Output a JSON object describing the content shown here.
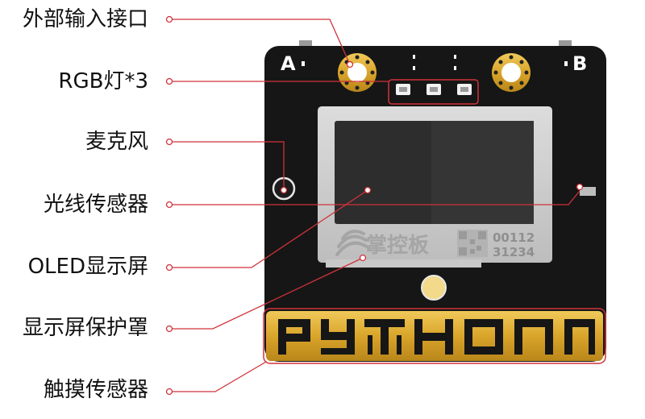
{
  "labels": [
    {
      "id": "ext-interface",
      "text": "外部输入接口"
    },
    {
      "id": "rgb",
      "text": "RGB灯*3"
    },
    {
      "id": "mic",
      "text": "麦克风"
    },
    {
      "id": "light-sensor",
      "text": "光线传感器"
    },
    {
      "id": "oled",
      "text": "OLED显示屏"
    },
    {
      "id": "screen-cover",
      "text": "显示屏保护罩"
    },
    {
      "id": "touch",
      "text": "触摸传感器"
    }
  ],
  "board": {
    "pad_a": "A",
    "pad_b": "B",
    "brand": "掌控板",
    "serial_top": "00112",
    "serial_bottom": "31234"
  },
  "colors": {
    "board": "#161616",
    "gold": "#d9a52a",
    "callout": "#d0323a",
    "screen": "#2d2d2d"
  }
}
